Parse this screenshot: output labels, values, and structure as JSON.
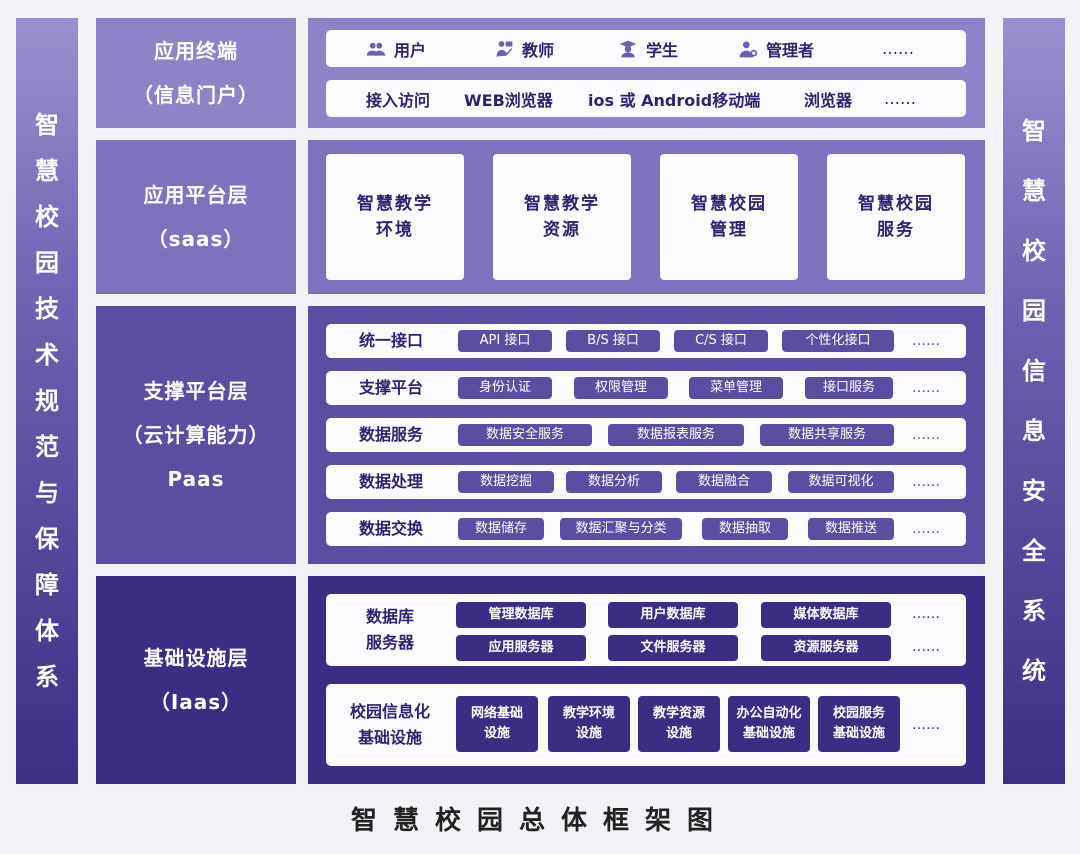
{
  "side_left": [
    "智",
    "慧",
    "校",
    "园",
    "技",
    "术",
    "规",
    "范",
    "与",
    "保",
    "障",
    "体",
    "系"
  ],
  "side_right": [
    "智",
    "慧",
    "校",
    "园",
    "信",
    "息",
    "安",
    "全",
    "系",
    "统"
  ],
  "layers": {
    "terminal": {
      "line1": "应用终端",
      "line2": "（信息门户）"
    },
    "application": {
      "line1": "应用平台层",
      "line2": "（saas）"
    },
    "support": {
      "line1": "支撑平台层",
      "line2": "（云计算能力）",
      "line3": "Paas"
    },
    "infra": {
      "line1": "基础设施层",
      "line2": "（Iaas）"
    }
  },
  "terminal_users": {
    "user": "用户",
    "teacher": "教师",
    "student": "学生",
    "admin": "管理者",
    "more": "……"
  },
  "terminal_access": {
    "label": "接入访问",
    "web": "WEB浏览器",
    "mobile": "ios 或 Android移动端",
    "browser": "浏览器",
    "more": "……"
  },
  "app_cards": [
    {
      "line1": "智慧教学",
      "line2": "环境"
    },
    {
      "line1": "智慧教学",
      "line2": "资源"
    },
    {
      "line1": "智慧校园",
      "line2": "管理"
    },
    {
      "line1": "智慧校园",
      "line2": "服务"
    }
  ],
  "support_rows": [
    {
      "title": "统一接口",
      "items": [
        "API 接口",
        "B/S 接口",
        "C/S 接口",
        "个性化接口"
      ],
      "more": "……"
    },
    {
      "title": "支撑平台",
      "items": [
        "身份认证",
        "权限管理",
        "菜单管理",
        "接口服务"
      ],
      "more": "……"
    },
    {
      "title": "数据服务",
      "items": [
        "数据安全服务",
        "数据报表服务",
        "数据共享服务"
      ],
      "more": "……"
    },
    {
      "title": "数据处理",
      "items": [
        "数据挖掘",
        "数据分析",
        "数据融合",
        "数据可视化"
      ],
      "more": "……"
    },
    {
      "title": "数据交换",
      "items": [
        "数据储存",
        "数据汇聚与分类",
        "数据抽取",
        "数据推送"
      ],
      "more": "……"
    }
  ],
  "infra_db": {
    "title1": "数据库",
    "title2": "服务器",
    "row1": [
      "管理数据库",
      "用户数据库",
      "媒体数据库"
    ],
    "row2": [
      "应用服务器",
      "文件服务器",
      "资源服务器"
    ],
    "more": "……"
  },
  "infra_campus": {
    "title1": "校园信息化",
    "title2": "基础设施",
    "tiles": [
      {
        "line1": "网络基础",
        "line2": "设施"
      },
      {
        "line1": "教学环境",
        "line2": "设施"
      },
      {
        "line1": "教学资源",
        "line2": "设施"
      },
      {
        "line1": "办公自动化",
        "line2": "基础设施"
      },
      {
        "line1": "校园服务",
        "line2": "基础设施"
      }
    ],
    "more": "……"
  },
  "footer_title": "智慧校园总体框架图",
  "colors": {
    "accent": "#5a4ea3",
    "dark": "#3a2d84",
    "light": "#8d84c7",
    "text": "#2e2370"
  }
}
